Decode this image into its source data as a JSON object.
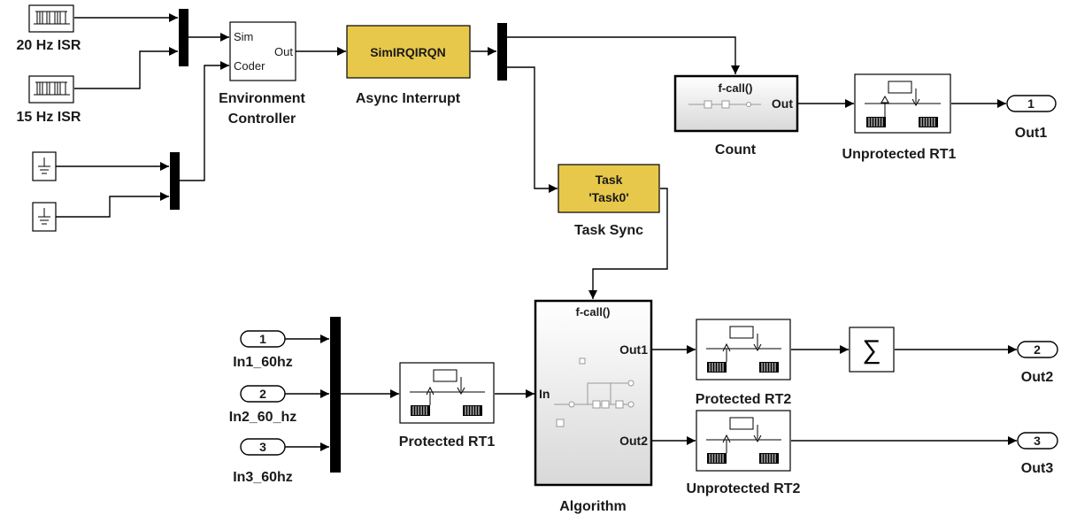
{
  "blocks": {
    "isr20": {
      "label": "20 Hz ISR"
    },
    "isr15": {
      "label": "15 Hz ISR"
    },
    "env_controller": {
      "line1": "Environment",
      "line2": "Controller",
      "in1": "Sim",
      "in2": "Coder",
      "out": "Out"
    },
    "async_interrupt": {
      "label": "Async Interrupt",
      "text": "SimIRQIRQN"
    },
    "task_sync": {
      "label": "Task Sync",
      "line1": "Task",
      "line2": "'Task0'"
    },
    "count": {
      "label": "Count",
      "trigger": "f-call()",
      "out": "Out"
    },
    "unprotected_rt1": {
      "label": "Unprotected RT1"
    },
    "algorithm": {
      "label": "Algorithm",
      "trigger": "f-call()",
      "in": "In",
      "out1": "Out1",
      "out2": "Out2"
    },
    "protected_rt1": {
      "label": "Protected RT1"
    },
    "protected_rt2": {
      "label": "Protected RT2"
    },
    "unprotected_rt2": {
      "label": "Unprotected RT2"
    },
    "sum": {
      "symbol": "∑"
    }
  },
  "ports": {
    "in1": {
      "num": "1",
      "label": "In1_60hz"
    },
    "in2": {
      "num": "2",
      "label": "In2_60_hz"
    },
    "in3": {
      "num": "3",
      "label": "In3_60hz"
    },
    "out1": {
      "num": "1",
      "label": "Out1"
    },
    "out2": {
      "num": "2",
      "label": "Out2"
    },
    "out3": {
      "num": "3",
      "label": "Out3"
    }
  },
  "colors": {
    "yellow_block": "#e8c84a",
    "line": "#000000"
  }
}
